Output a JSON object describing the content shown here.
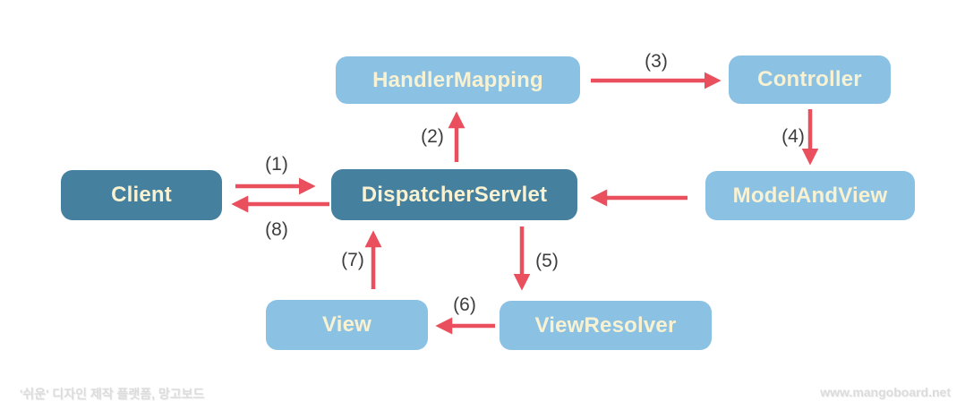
{
  "colors": {
    "background": "#ffffff",
    "box_dark": "#45809f",
    "box_light": "#8bc1e3",
    "box_text": "#f8f2d2",
    "arrow_red": "#e94f5c",
    "arrow_label_text": "#3d3d3d",
    "footer_text": "#dcdcdc"
  },
  "nodes": [
    {
      "id": "handler-mapping",
      "label": "HandlerMapping",
      "variant": "light"
    },
    {
      "id": "controller",
      "label": "Controller",
      "variant": "light"
    },
    {
      "id": "client",
      "label": "Client",
      "variant": "dark"
    },
    {
      "id": "dispatcher-servlet",
      "label": "DispatcherServlet",
      "variant": "dark"
    },
    {
      "id": "model-and-view",
      "label": "ModelAndView",
      "variant": "light"
    },
    {
      "id": "view",
      "label": "View",
      "variant": "light"
    },
    {
      "id": "view-resolver",
      "label": "ViewResolver",
      "variant": "light"
    }
  ],
  "arrows": [
    {
      "label": "(1)",
      "from": "Client",
      "to": "DispatcherServlet",
      "direction": "right"
    },
    {
      "label": "(2)",
      "from": "DispatcherServlet",
      "to": "HandlerMapping",
      "direction": "up"
    },
    {
      "label": "(3)",
      "from": "HandlerMapping",
      "to": "Controller",
      "direction": "right"
    },
    {
      "label": "(4)",
      "from": "Controller",
      "to": "ModelAndView",
      "direction": "down"
    },
    {
      "label": "",
      "from": "ModelAndView",
      "to": "DispatcherServlet",
      "direction": "left"
    },
    {
      "label": "(5)",
      "from": "DispatcherServlet",
      "to": "ViewResolver",
      "direction": "down"
    },
    {
      "label": "(6)",
      "from": "ViewResolver",
      "to": "View",
      "direction": "left"
    },
    {
      "label": "(7)",
      "from": "View",
      "to": "DispatcherServlet",
      "direction": "up"
    },
    {
      "label": "(8)",
      "from": "DispatcherServlet",
      "to": "Client",
      "direction": "left"
    }
  ],
  "footer": {
    "left": "'쉬운' 디자인 제작 플랫폼, 망고보드",
    "right": "www.mangoboard.net"
  }
}
